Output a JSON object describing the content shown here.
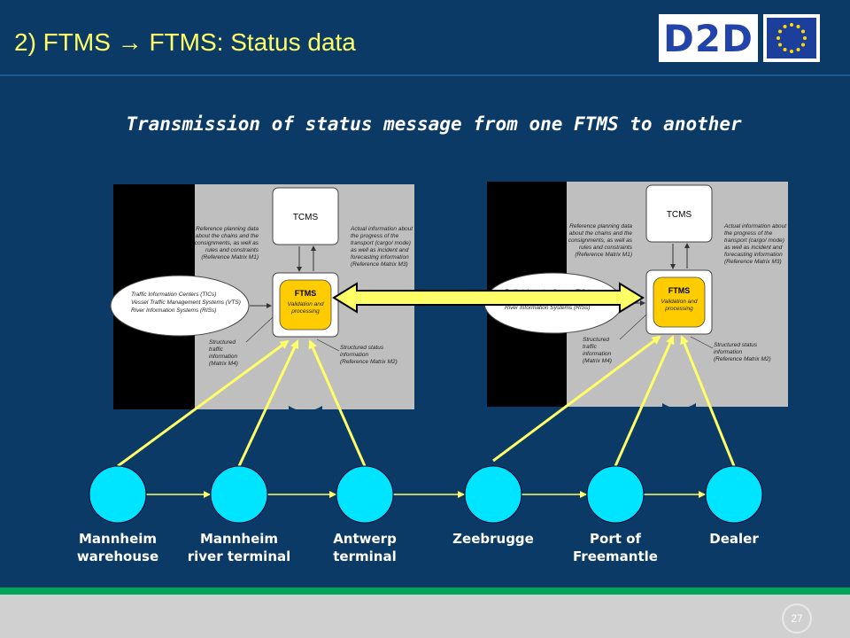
{
  "header": {
    "title": "2) FTMS → FTMS: Status data",
    "logo_text": "D2D",
    "flag": "eu-flag-icon"
  },
  "subtitle": "Transmission of status message from one FTMS to another",
  "systems": [
    {
      "tcms": "TCMS",
      "ftms_title": "FTMS",
      "ftms_sub": [
        "Validation and",
        "processing"
      ],
      "ref_planning": [
        "Reference planning data",
        "about the chains and the",
        "consignments, as well as",
        "rules and constraints",
        "(Reference Matrix M1)"
      ],
      "actual_info": [
        "Actual information about",
        "the progress of the",
        "transport (cargo/ mode)",
        "as well as incident and",
        "forecasting information",
        "(Reference Matrix M3)"
      ],
      "traffic_centers": [
        "Traffic Information Centers (TICs)",
        "Vessel Traffic Management Systems (VTS)",
        "River Information Systems (RISs)"
      ],
      "structured_traffic": [
        "Structured",
        "traffic",
        "information",
        "(Matrix M4)"
      ],
      "structured_status": [
        "Structured status",
        "information",
        "(Reference Matrix M2)"
      ]
    },
    {
      "tcms": "TCMS",
      "ftms_title": "FTMS",
      "ftms_sub": [
        "Validation and",
        "processing"
      ],
      "ref_planning": [
        "Reference planning data",
        "about the chains and the",
        "consignments, as well as",
        "rules and constraints",
        "(Reference Matrix M1)"
      ],
      "actual_info": [
        "Actual information about",
        "the progress of the",
        "transport (cargo/ mode)",
        "as well as incident and",
        "forecasting information",
        "(Reference Matrix M3)"
      ],
      "traffic_centers": [
        "Traffic Information Centers (TICs)",
        "Vessel Traffic Management Systems (VTS)",
        "River Information Systems (RISs)"
      ],
      "structured_traffic": [
        "Structured",
        "traffic",
        "information",
        "(Matrix M4)"
      ],
      "structured_status": [
        "Structured status",
        "information",
        "(Reference Matrix M2)"
      ]
    }
  ],
  "nodes": [
    {
      "label": "Mannheim warehouse"
    },
    {
      "label": "Mannheim river terminal"
    },
    {
      "label": "Antwerp terminal"
    },
    {
      "label": "Zeebrugge"
    },
    {
      "label": "Port of Freemantle"
    },
    {
      "label": "Dealer"
    }
  ],
  "footer": {
    "page_number": "27"
  },
  "colors": {
    "background": "#0b3a66",
    "title": "#ffff66",
    "node_fill": "#00e5ff",
    "arrow": "#ffff66",
    "green_line": "#00a65a"
  }
}
